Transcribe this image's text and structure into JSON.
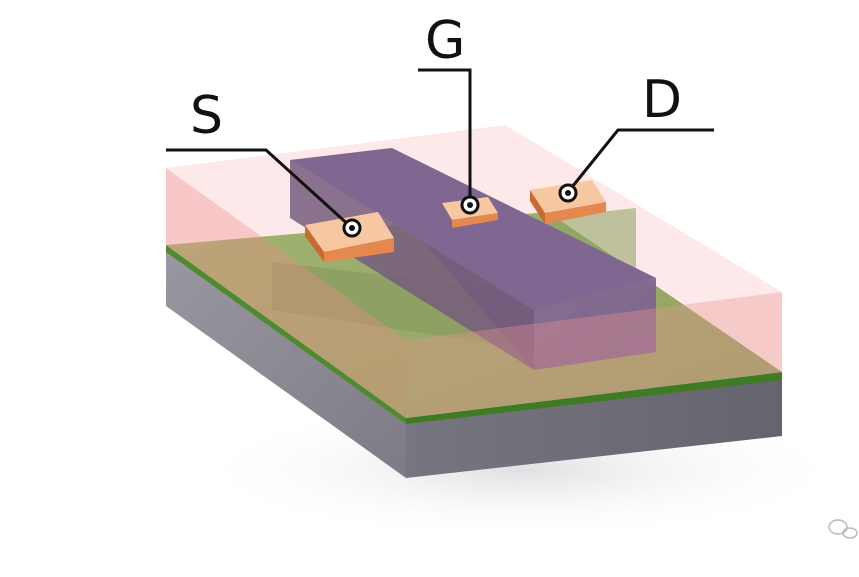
{
  "diagram": {
    "terminals": {
      "source": "S",
      "gate": "G",
      "drain": "D"
    },
    "colors": {
      "background": "#ffffff",
      "substrate_left": "#8d8a94",
      "substrate_front": "#6c6a73",
      "body_top": "#6f9f46",
      "body_left": "#4d8a2f",
      "body_front": "#3f7a25",
      "oxide": "#f4a3a3",
      "gate_top": "#4a4378",
      "gate_side": "#3e3564",
      "contact": "#e8935c",
      "leader_line": "#111111"
    }
  }
}
